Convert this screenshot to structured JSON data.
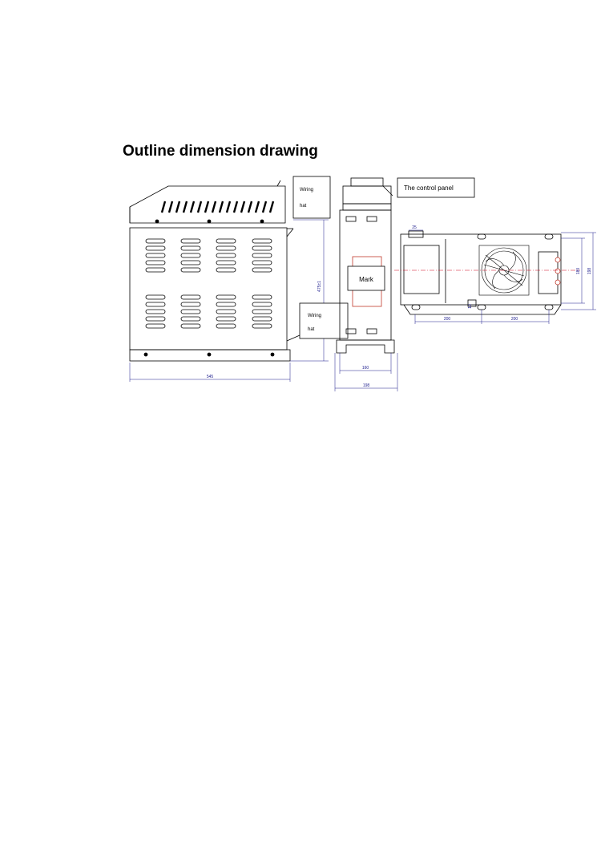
{
  "title": "Outline dimension drawing",
  "callouts": {
    "wiring_hat_top_line1": "Wiring",
    "wiring_hat_top_line2": "hat",
    "wiring_hat_bottom_line1": "Wiring",
    "wiring_hat_bottom_line2": "hat",
    "control_panel": "The control panel",
    "mark": "Mark"
  },
  "dimensions": {
    "width_front": "545",
    "height_front": "475±1",
    "base_inner": "160",
    "base_outer": "198",
    "slot_width": "25",
    "hole_spacing_left": "200",
    "hole_spacing_right": "200",
    "slot_offset": "10",
    "mount_height_inner": "180",
    "mount_height_outer": "198"
  },
  "colors": {
    "line": "#000000",
    "dimension": "#1a1a8c",
    "mark_frame": "#c0392b",
    "centerline": "#d0021b"
  }
}
